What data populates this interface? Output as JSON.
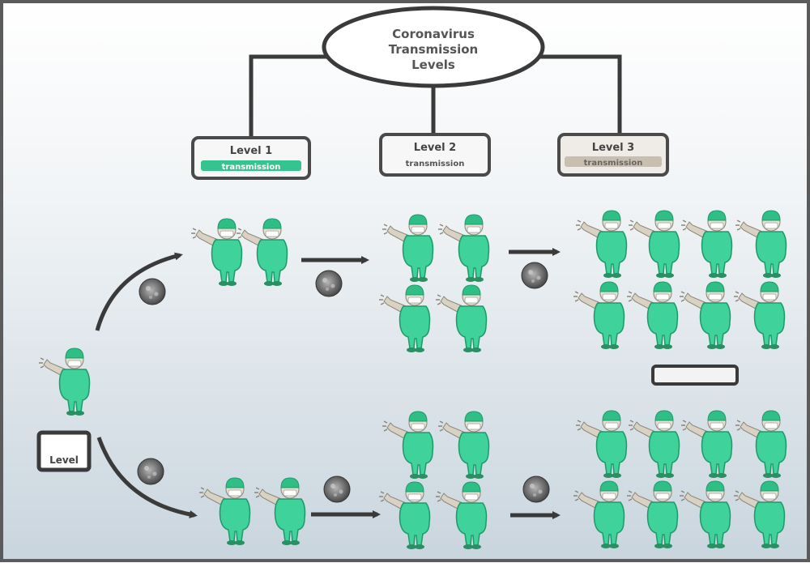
{
  "title": {
    "line1": "Coronavirus",
    "line2": "Transmission",
    "line3": "Levels"
  },
  "levels": [
    {
      "label": "Level 1",
      "sublabel": "transmission",
      "accent": "#35c48f"
    },
    {
      "label": "Level 2",
      "sublabel": "transmission",
      "accent": "#ffffff"
    },
    {
      "label": "Level 3",
      "sublabel": "transmission",
      "accent": "#c8bfb0"
    }
  ],
  "origin_tag": {
    "line1": "",
    "line2": "Level"
  },
  "result_tag": "",
  "colors": {
    "figure_body": "#3fd29a",
    "figure_dark": "#1e9a6a",
    "figure_skin": "#d9d2c3",
    "connector": "#3a3a3a",
    "box_border": "#4a4a4a",
    "virus": "#6a6a6a",
    "background_top": "#ffffff",
    "background_bottom": "#cad6df"
  },
  "icons": {
    "figure": "masked-person-icon",
    "virus": "virus-particle-icon"
  }
}
